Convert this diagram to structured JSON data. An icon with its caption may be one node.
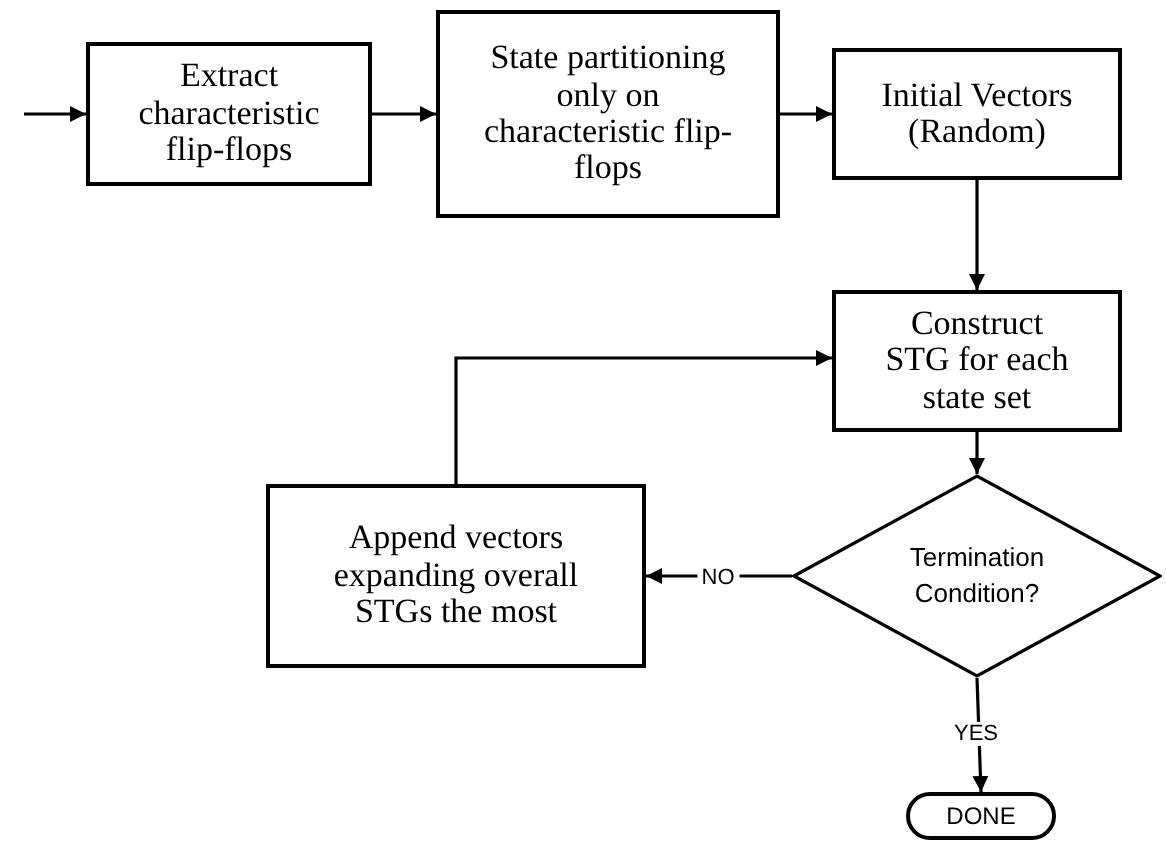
{
  "diagram": {
    "nodes": [
      {
        "text": [
          "Extract characteristic flip-flops"
        ]
      },
      {
        "text": [
          "State partitioning only on characteristic flip-flops"
        ]
      },
      {
        "text": [
          "Initial Vectors (Random)"
        ]
      },
      {
        "text": [
          "Construct STG for each state set"
        ]
      },
      {
        "text": [
          "Termination Condition?"
        ]
      },
      {
        "text": [
          "Append vectors expanding overall STGs the most"
        ]
      },
      {
        "text": [
          "DONE"
        ]
      }
    ],
    "edges": [
      {
        "from": null,
        "to": 0,
        "arrow": "to"
      },
      {
        "from": 0,
        "to": 1,
        "arrow": "to"
      },
      {
        "from": 1,
        "to": 2,
        "arrow": "to"
      },
      {
        "from": 2,
        "to": 3,
        "arrow": "to"
      },
      {
        "from": 3,
        "to": 4,
        "arrow": "to"
      },
      {
        "from": 4,
        "to": 5,
        "arrow": "to",
        "label": "NO"
      },
      {
        "from": 5,
        "to": 3,
        "arrow": "to"
      },
      {
        "from": 4,
        "to": 6,
        "arrow": "to",
        "label": "YES"
      }
    ]
  }
}
